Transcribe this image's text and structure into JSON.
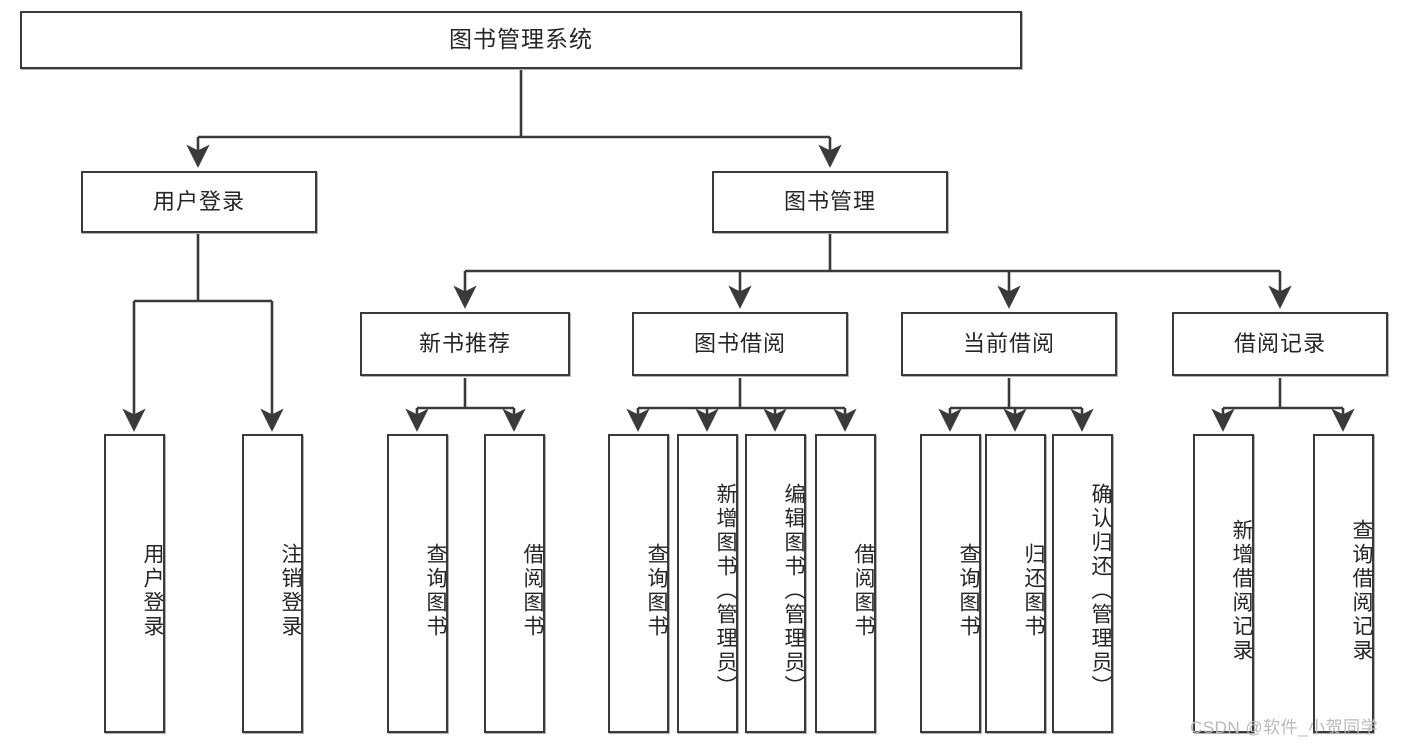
{
  "diagram": {
    "title": "图书管理系统",
    "type": "tree",
    "watermark": "CSDN @软件_小贺同学",
    "colors": {
      "box_border": "#3a3a3a",
      "box_fill": "#ffffff",
      "connector": "#3a3a3a",
      "text": "#262626",
      "watermark": "#b9b9b9"
    },
    "nodes": {
      "root": {
        "label": "图书管理系统",
        "level": 0
      },
      "level1": [
        {
          "id": "user_login",
          "label": "用户登录"
        },
        {
          "id": "book_mgmt",
          "label": "图书管理"
        }
      ],
      "level2": [
        {
          "id": "new_book_rec",
          "label": "新书推荐",
          "parent": "book_mgmt"
        },
        {
          "id": "book_borrow",
          "label": "图书借阅",
          "parent": "book_mgmt"
        },
        {
          "id": "current_borrow",
          "label": "当前借阅",
          "parent": "book_mgmt"
        },
        {
          "id": "borrow_record",
          "label": "借阅记录",
          "parent": "book_mgmt"
        }
      ],
      "leaves": [
        {
          "id": "leaf_user_login",
          "label": "用户登录",
          "parent": "user_login"
        },
        {
          "id": "leaf_logout",
          "label": "注销登录",
          "parent": "user_login"
        },
        {
          "id": "leaf_query_book_1",
          "label": "查询图书",
          "parent": "new_book_rec"
        },
        {
          "id": "leaf_borrow_book_1",
          "label": "借阅图书",
          "parent": "new_book_rec"
        },
        {
          "id": "leaf_query_book_2",
          "label": "查询图书",
          "parent": "book_borrow"
        },
        {
          "id": "leaf_add_book",
          "label": "新增图书（管理员）",
          "parent": "book_borrow"
        },
        {
          "id": "leaf_edit_book",
          "label": "编辑图书（管理员）",
          "parent": "book_borrow"
        },
        {
          "id": "leaf_borrow_book_2",
          "label": "借阅图书",
          "parent": "book_borrow"
        },
        {
          "id": "leaf_query_book_3",
          "label": "查询图书",
          "parent": "current_borrow"
        },
        {
          "id": "leaf_return_book",
          "label": "归还图书",
          "parent": "current_borrow"
        },
        {
          "id": "leaf_confirm_return",
          "label": "确认归还（管理员）",
          "parent": "current_borrow"
        },
        {
          "id": "leaf_add_record",
          "label": "新增借阅记录",
          "parent": "borrow_record"
        },
        {
          "id": "leaf_query_record",
          "label": "查询借阅记录",
          "parent": "borrow_record"
        }
      ]
    }
  }
}
